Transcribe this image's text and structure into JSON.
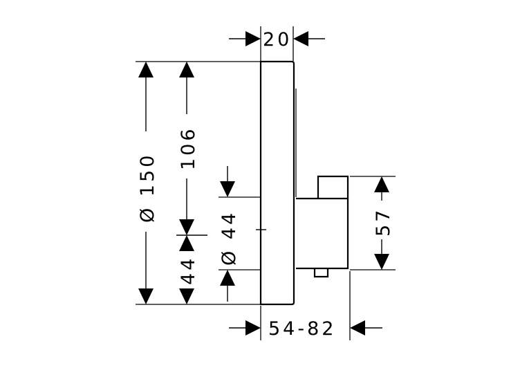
{
  "dimensions": {
    "top_width": "20",
    "diameter_150": "Ø 150",
    "height_106": "106",
    "center_44": "44",
    "diameter_44": "Ø 44",
    "offset_44": "44",
    "body_height_57": "57",
    "depth_range": "54-82"
  },
  "colors": {
    "line": "#000000",
    "background": "#ffffff"
  }
}
